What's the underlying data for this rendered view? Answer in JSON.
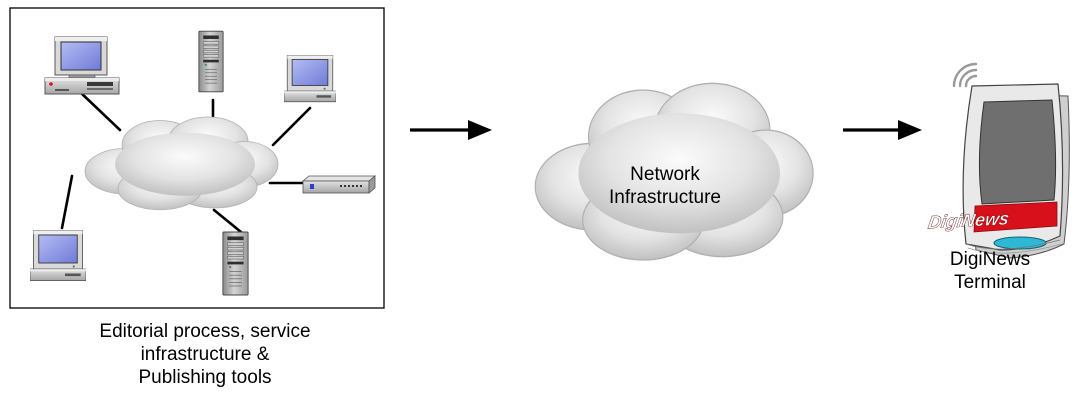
{
  "editorial_caption": {
    "lines": [
      "Editorial process, service",
      "infrastructure &",
      "Publishing tools"
    ]
  },
  "network_cloud": {
    "lines": [
      "Network",
      "Infrastructure"
    ]
  },
  "terminal": {
    "brand": "DigiNews",
    "caption_lines": [
      "DigiNews",
      "Terminal"
    ]
  },
  "colors": {
    "cloud_light": "#f4f4f4",
    "cloud_mid": "#dcdcdc",
    "cloud_dark": "#bdbdbd",
    "screen_blue": "#8c96e6",
    "terminal_red": "#d8101c",
    "terminal_cyan": "#2fb7d6"
  },
  "icons": [
    "desktop-computer-icon",
    "tower-server-icon",
    "network-switch-icon",
    "cloud-icon",
    "arrow-right-icon",
    "wireless-signal-icon",
    "e-paper-terminal-icon"
  ]
}
